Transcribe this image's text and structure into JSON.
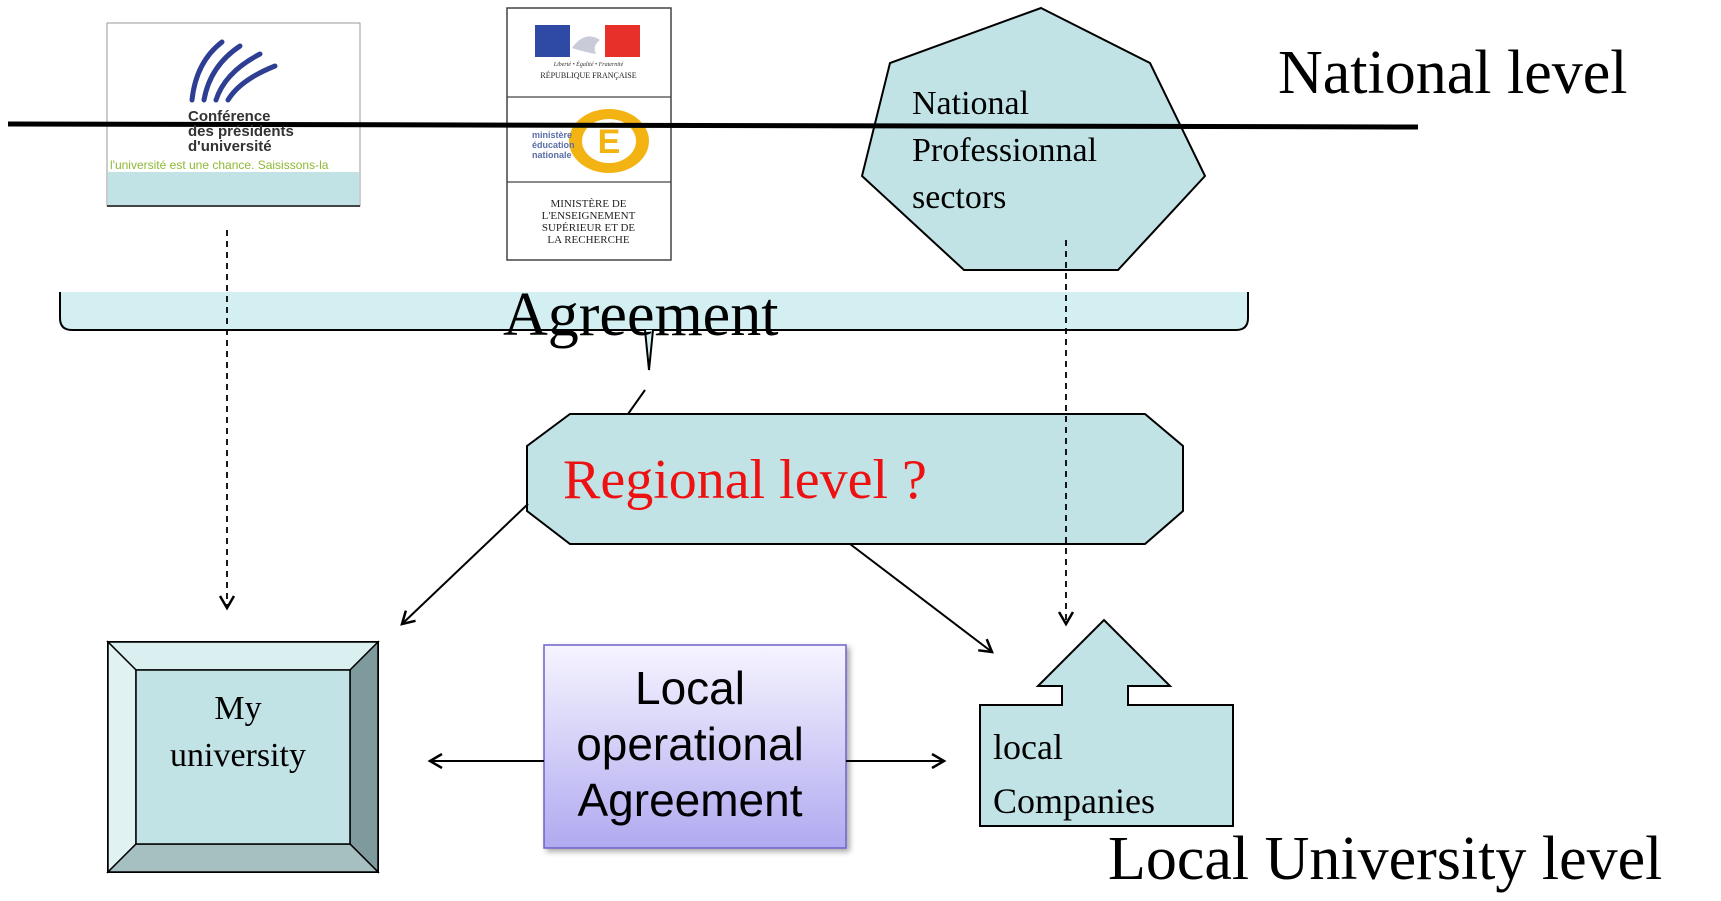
{
  "labels": {
    "national_level": "National level",
    "local_university_level": "Local University level",
    "agreement": "Agreement",
    "regional_level": "Regional level ?",
    "national_sectors": [
      "National",
      "Professionnal",
      "sectors"
    ],
    "my_university": [
      "My",
      "university"
    ],
    "local_companies": [
      "local",
      "Companies"
    ],
    "local_operational_agreement": [
      "Local",
      "operational",
      "Agreement"
    ]
  },
  "logos": {
    "cpu": {
      "lines": [
        "Conférence",
        "des présidents",
        "d'université"
      ],
      "slogan": "l'université est une chance. Saisissons-la"
    },
    "republique": {
      "motto": "Liberté • Égalité • Fraternité",
      "name": "RÉPUBLIQUE FRANÇAISE"
    },
    "men": {
      "lines": [
        "ministère",
        "éducation",
        "nationale"
      ],
      "letter": "É"
    },
    "mesr": {
      "lines": [
        "MINISTÈRE DE",
        "L'ENSEIGNEMENT",
        "SUPÉRIEUR ET DE",
        "LA RECHERCHE"
      ]
    }
  },
  "colors": {
    "shape_fill": "#c2e3e6",
    "band_fill": "#d3eff1",
    "regional_text": "#ee1111",
    "local_op_top": "#f6f4ff",
    "local_op_bottom": "#b0aaf0",
    "flag_blue": "#2f4aa5",
    "flag_red": "#e8302b",
    "men_yellow": "#f3b312"
  }
}
